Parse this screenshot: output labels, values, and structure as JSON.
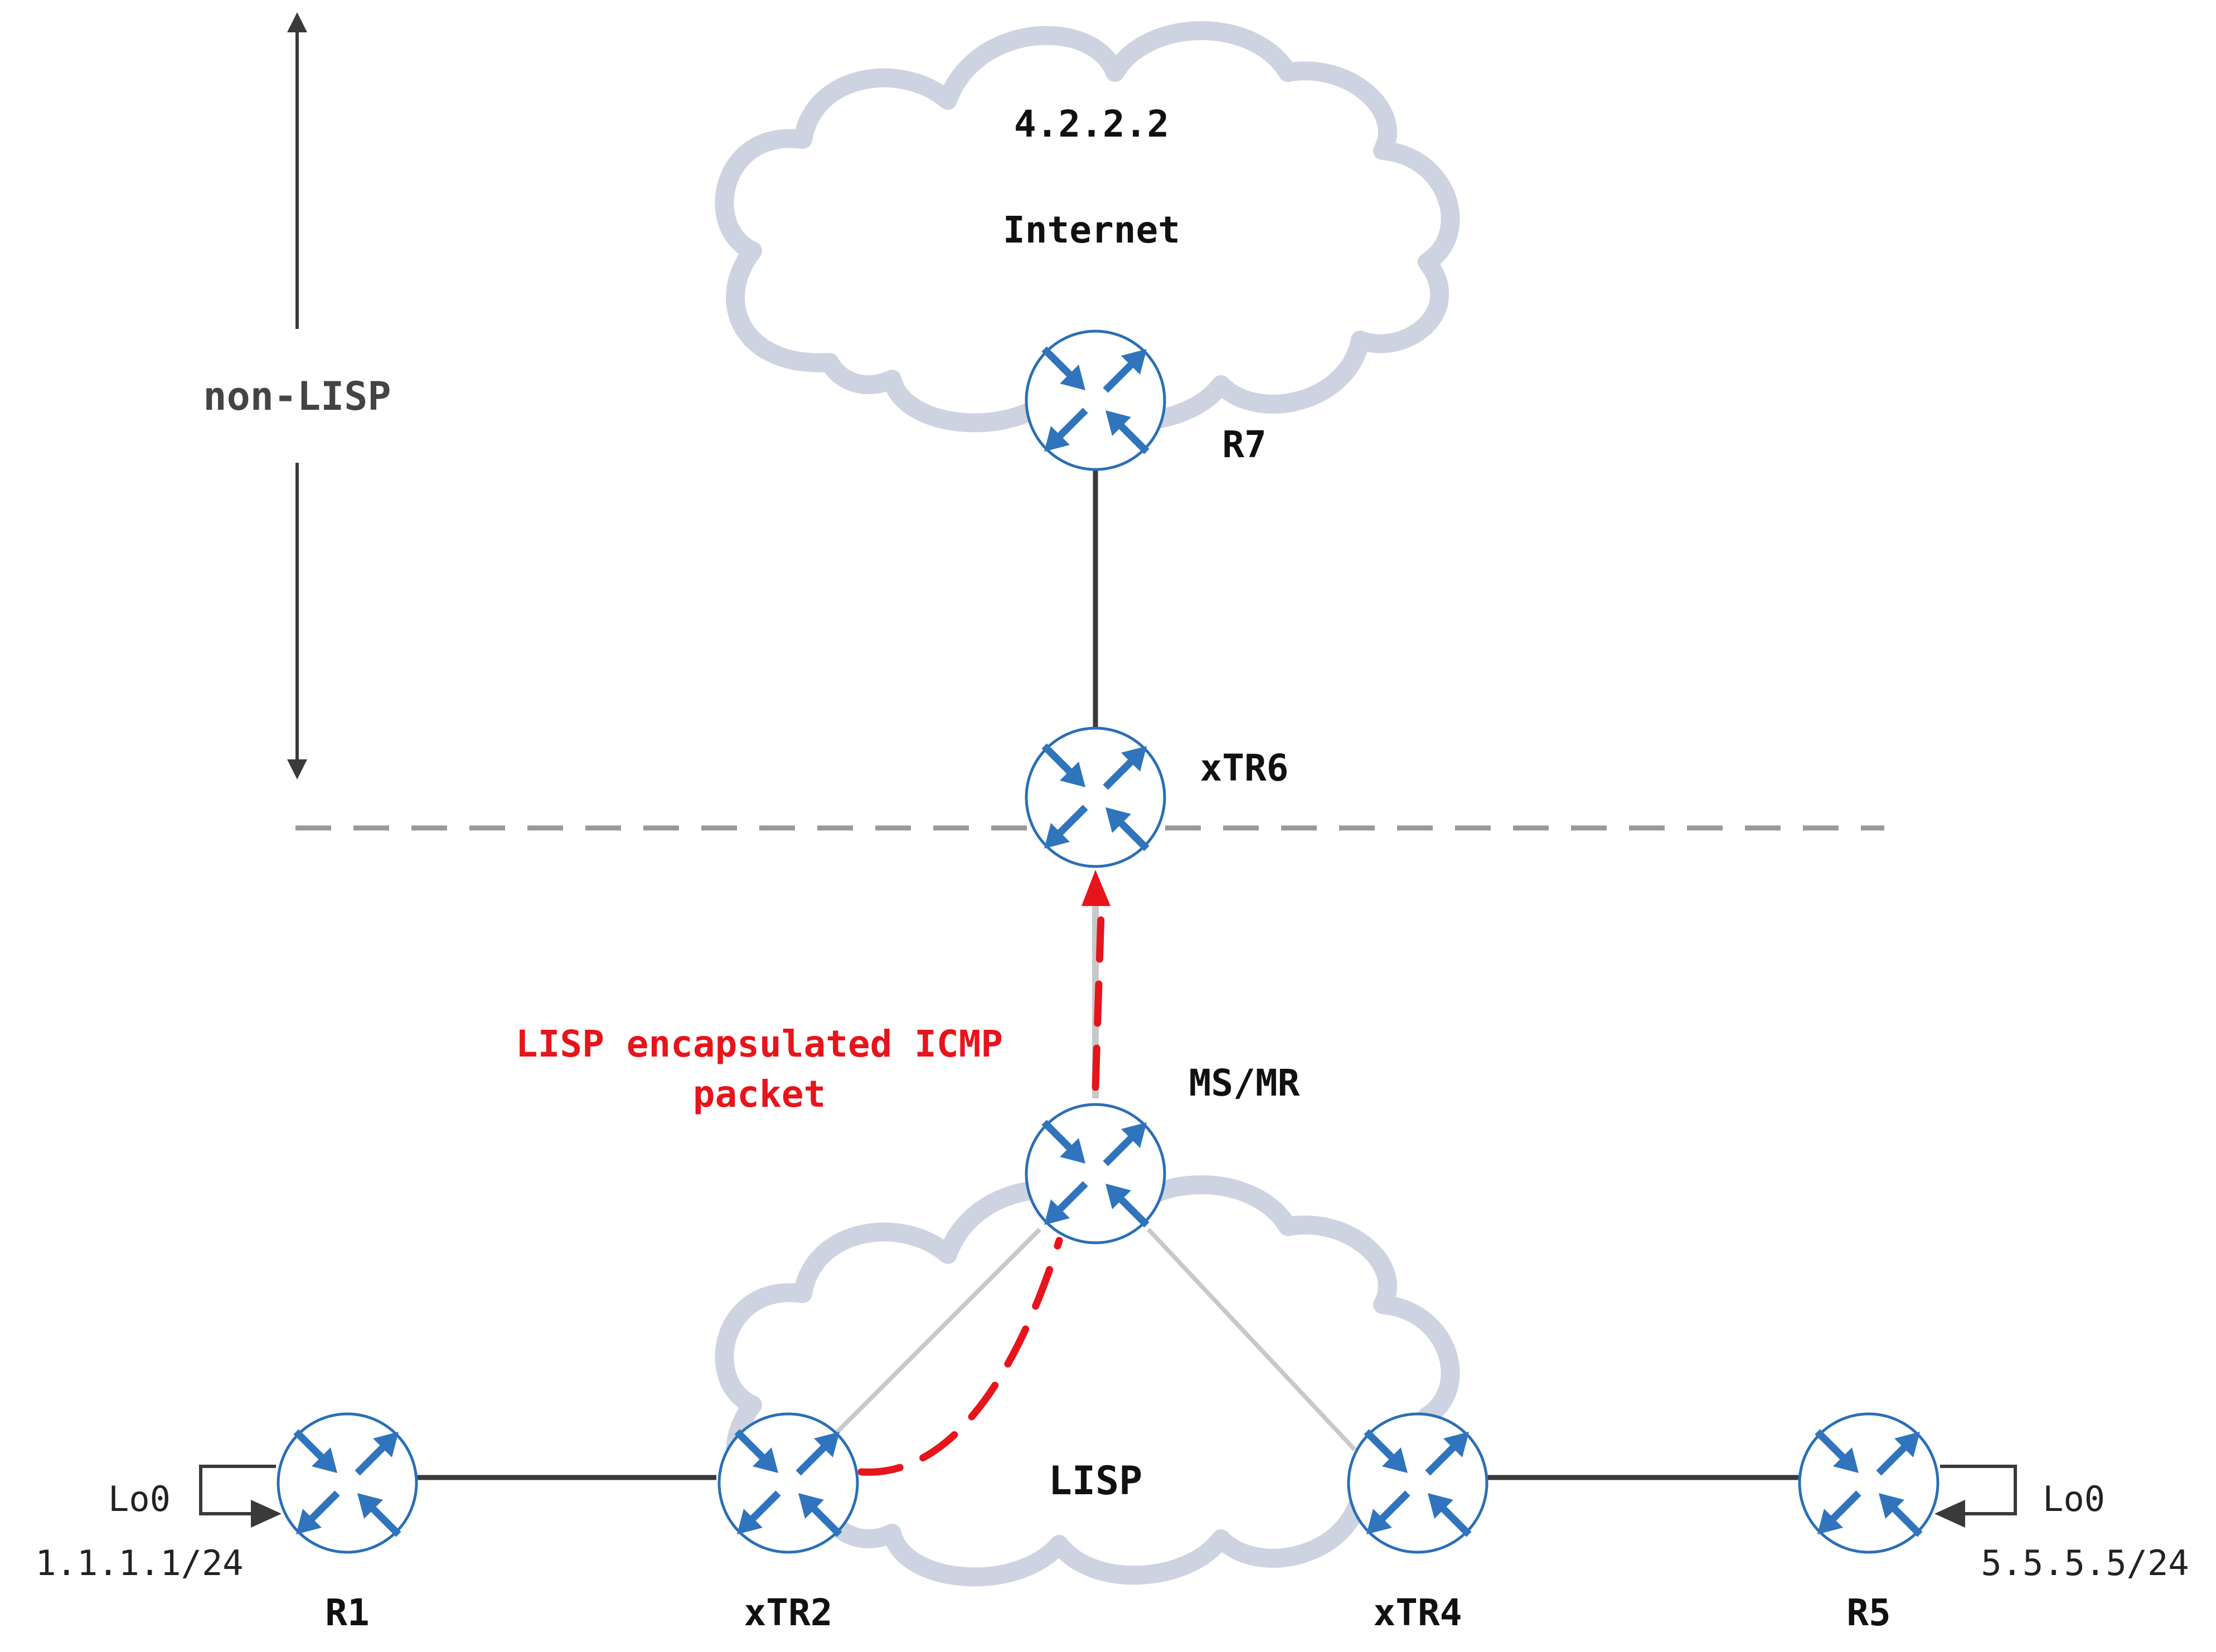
{
  "clouds": {
    "internet": {
      "ip": "4.2.2.2",
      "name": "Internet"
    },
    "lisp": {
      "name": "LISP"
    }
  },
  "zones": {
    "non_lisp_label": "non-LISP"
  },
  "routers": {
    "r7": "R7",
    "xtr6": "xTR6",
    "msmr": "MS/MR",
    "r1": "R1",
    "xtr2": "xTR2",
    "xtr4": "xTR4",
    "r5": "R5"
  },
  "loopbacks": {
    "r1": {
      "name": "Lo0",
      "address": "1.1.1.1/24"
    },
    "r5": {
      "name": "Lo0",
      "address": "5.5.5.5/24"
    }
  },
  "annotation": {
    "line1": "LISP encapsulated ICMP",
    "line2": "packet"
  },
  "colors": {
    "cloud": "#cdd3e0",
    "router_fill": "#ffffff",
    "router_stroke": "#2a6fb5",
    "arrow_blue": "#2f74bd",
    "link_dark": "#3a3a3a",
    "link_light": "#c8c8c8",
    "boundary": "#999999",
    "packet_path": "#e8141b"
  },
  "icons": {
    "router": "router-icon",
    "loopback": "loopback-arrow-icon"
  }
}
